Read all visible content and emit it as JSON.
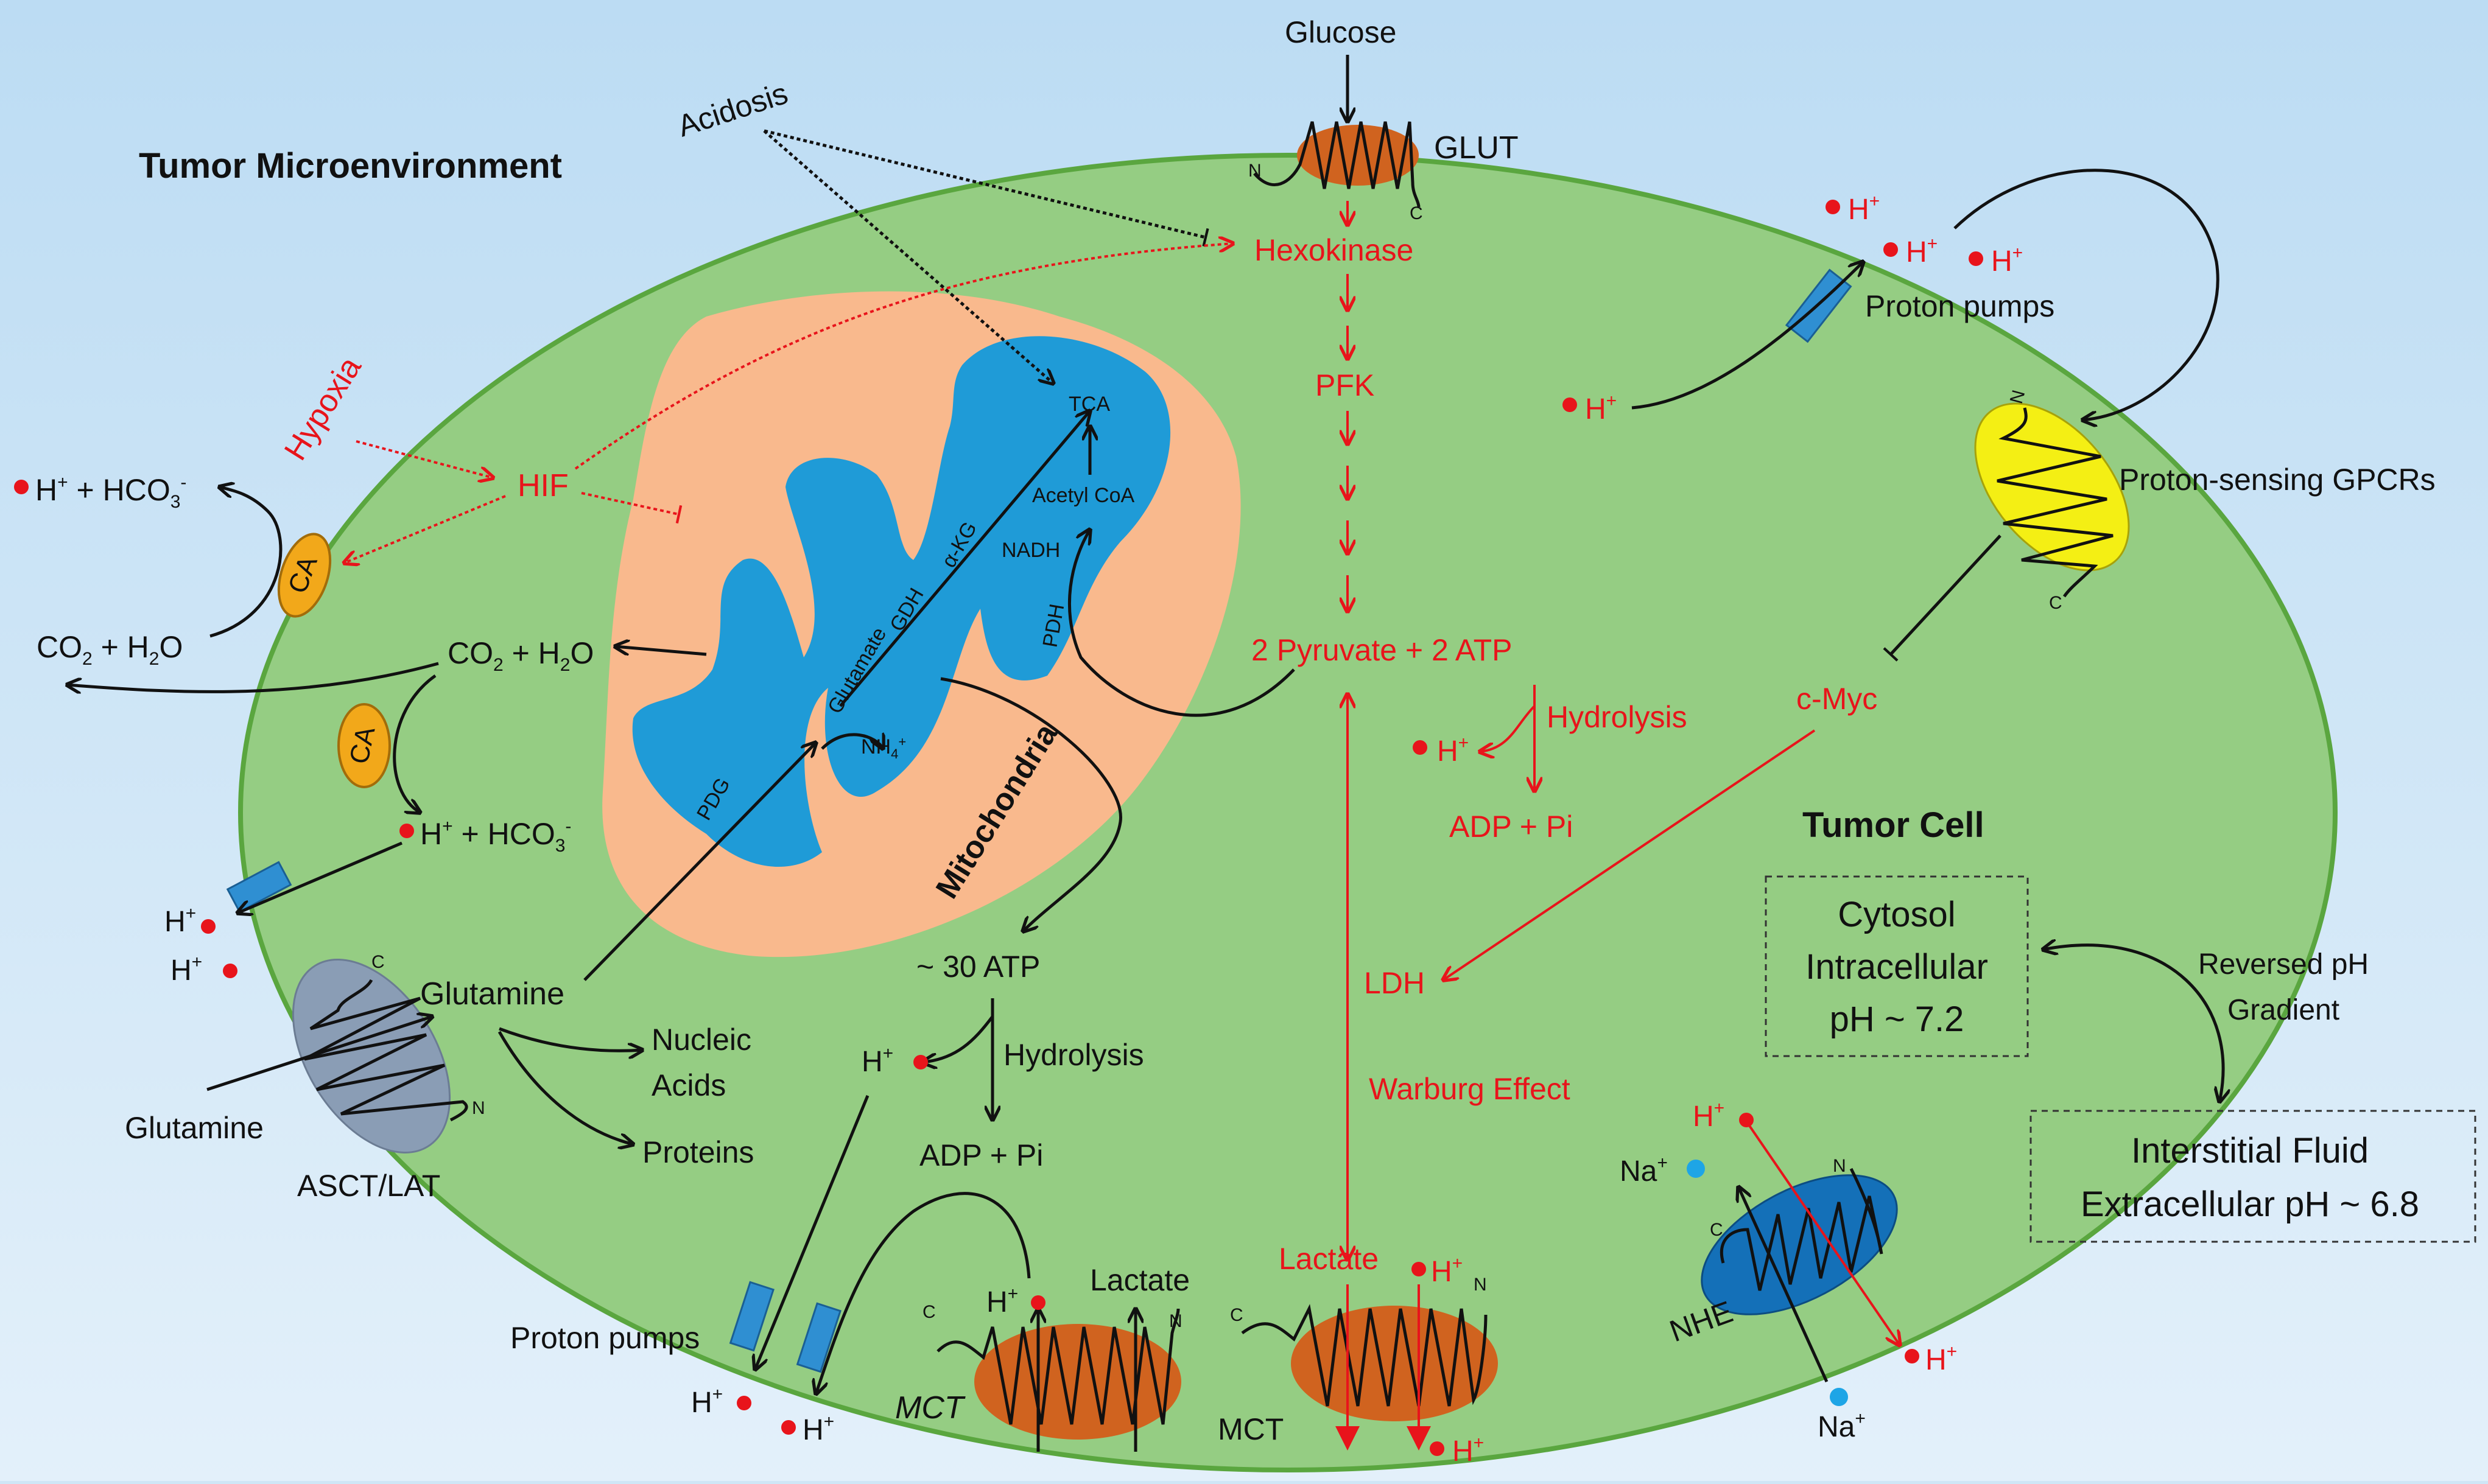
{
  "colors": {
    "background": "#cfe6f6",
    "cell": "#95cd83",
    "cell_border": "#5aa63f",
    "mitochondria_outer": "#f9b98d",
    "mitochondria_inner": "#1f9bd7",
    "transporter": "#d0631f",
    "glut_fill": "#d0631f",
    "gpcr": "#f4ef14",
    "ca": "#f2a81a",
    "proton_pump": "#2f8fd2",
    "asct": "#8a9db5",
    "nhe": "#1470b8",
    "red": "#e8141b",
    "sodium": "#1ea5e6"
  },
  "labels": {
    "tumor_microenvironment": "Tumor Microenvironment",
    "tumor_cell": "Tumor Cell",
    "mitochondria": "Mitochondria",
    "glucose": "Glucose",
    "glut": "GLUT",
    "hexokinase": "Hexokinase",
    "pfk": "PFK",
    "pyruvate_atp": "2 Pyruvate  +  2 ATP",
    "hydrolysis_red": "Hydrolysis",
    "adp_pi_red": "ADP + Pi",
    "hydrolysis_black": "Hydrolysis",
    "adp_pi_black": "ADP + Pi",
    "c_myc": "c-Myc",
    "ldh": "LDH",
    "warburg": "Warburg Effect",
    "lactate_red": "Lactate",
    "lactate_black": "Lactate",
    "acidosis": "Acidosis",
    "hypoxia": "Hypoxia",
    "hif": "HIF",
    "ca": "CA",
    "co2_h2o": "CO",
    "h2o": " + H",
    "hco3": " + HCO",
    "glutamine_in": "Glutamine",
    "glutamine_out": "Glutamine",
    "asct_lat": "ASCT/LAT",
    "nucleic": "Nucleic",
    "acids": "Acids",
    "proteins": "Proteins",
    "atp30": "~ 30 ATP",
    "proton_pumps_top": "Proton pumps",
    "proton_pumps_bottom": "Proton pumps",
    "gpcrs": "Proton-sensing GPCRs",
    "mct": "MCT",
    "nhe": "NHE",
    "na": "Na",
    "h": "H",
    "tca": "TCA",
    "acetyl_coa": "Acetyl CoA",
    "nadh": "NADH",
    "pdh": "PDH",
    "akg": "α-KG",
    "gdh": "GDH",
    "glutamate": "Glutamate",
    "nh4": "NH",
    "pdg": "PDG",
    "n_term": "N",
    "c_term": "C",
    "box_cytosol_1": "Cytosol",
    "box_cytosol_2": "Intracellular",
    "box_cytosol_3": "pH ~ 7.2",
    "box_inter_1": "Interstitial Fluid",
    "box_inter_2": "Extracellular pH ~ 6.8",
    "reversed_1": "Reversed pH",
    "reversed_2": "Gradient"
  }
}
